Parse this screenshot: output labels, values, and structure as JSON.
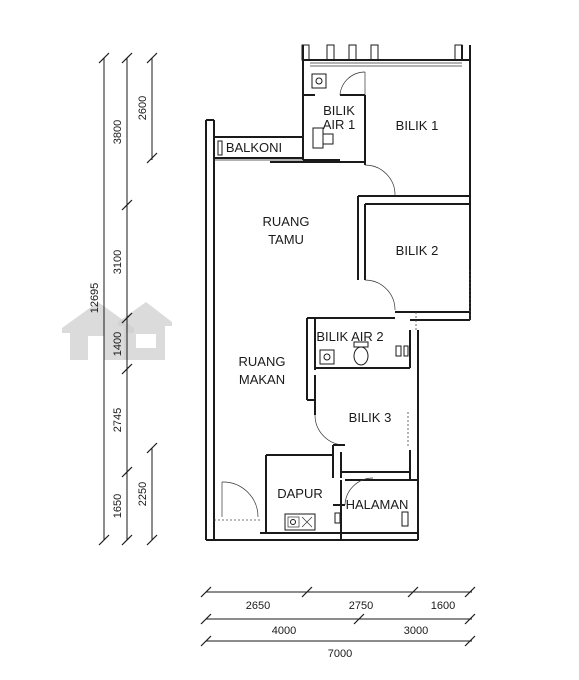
{
  "rooms": {
    "bilik_air_1": [
      "BILIK",
      "AIR 1"
    ],
    "bilik_1": "BILIK 1",
    "balkoni": "BALKONI",
    "ruang_tamu": [
      "RUANG",
      "TAMU"
    ],
    "bilik_2": "BILIK 2",
    "bilik_air_2": "BILIK AIR 2",
    "ruang_makan": [
      "RUANG",
      "MAKAN"
    ],
    "bilik_3": "BILIK 3",
    "dapur": "DAPUR",
    "halaman": "HALAMAN"
  },
  "vertical_dims": {
    "overall": "12695",
    "left_col": [
      "3800",
      "3100",
      "1400",
      "2745",
      "1650"
    ],
    "right_col": [
      "2600",
      "2250"
    ]
  },
  "horizontal_dims": {
    "row1": [
      "2650",
      "2750",
      "1600"
    ],
    "row2": [
      "4000",
      "3000"
    ],
    "overall": "7000"
  }
}
